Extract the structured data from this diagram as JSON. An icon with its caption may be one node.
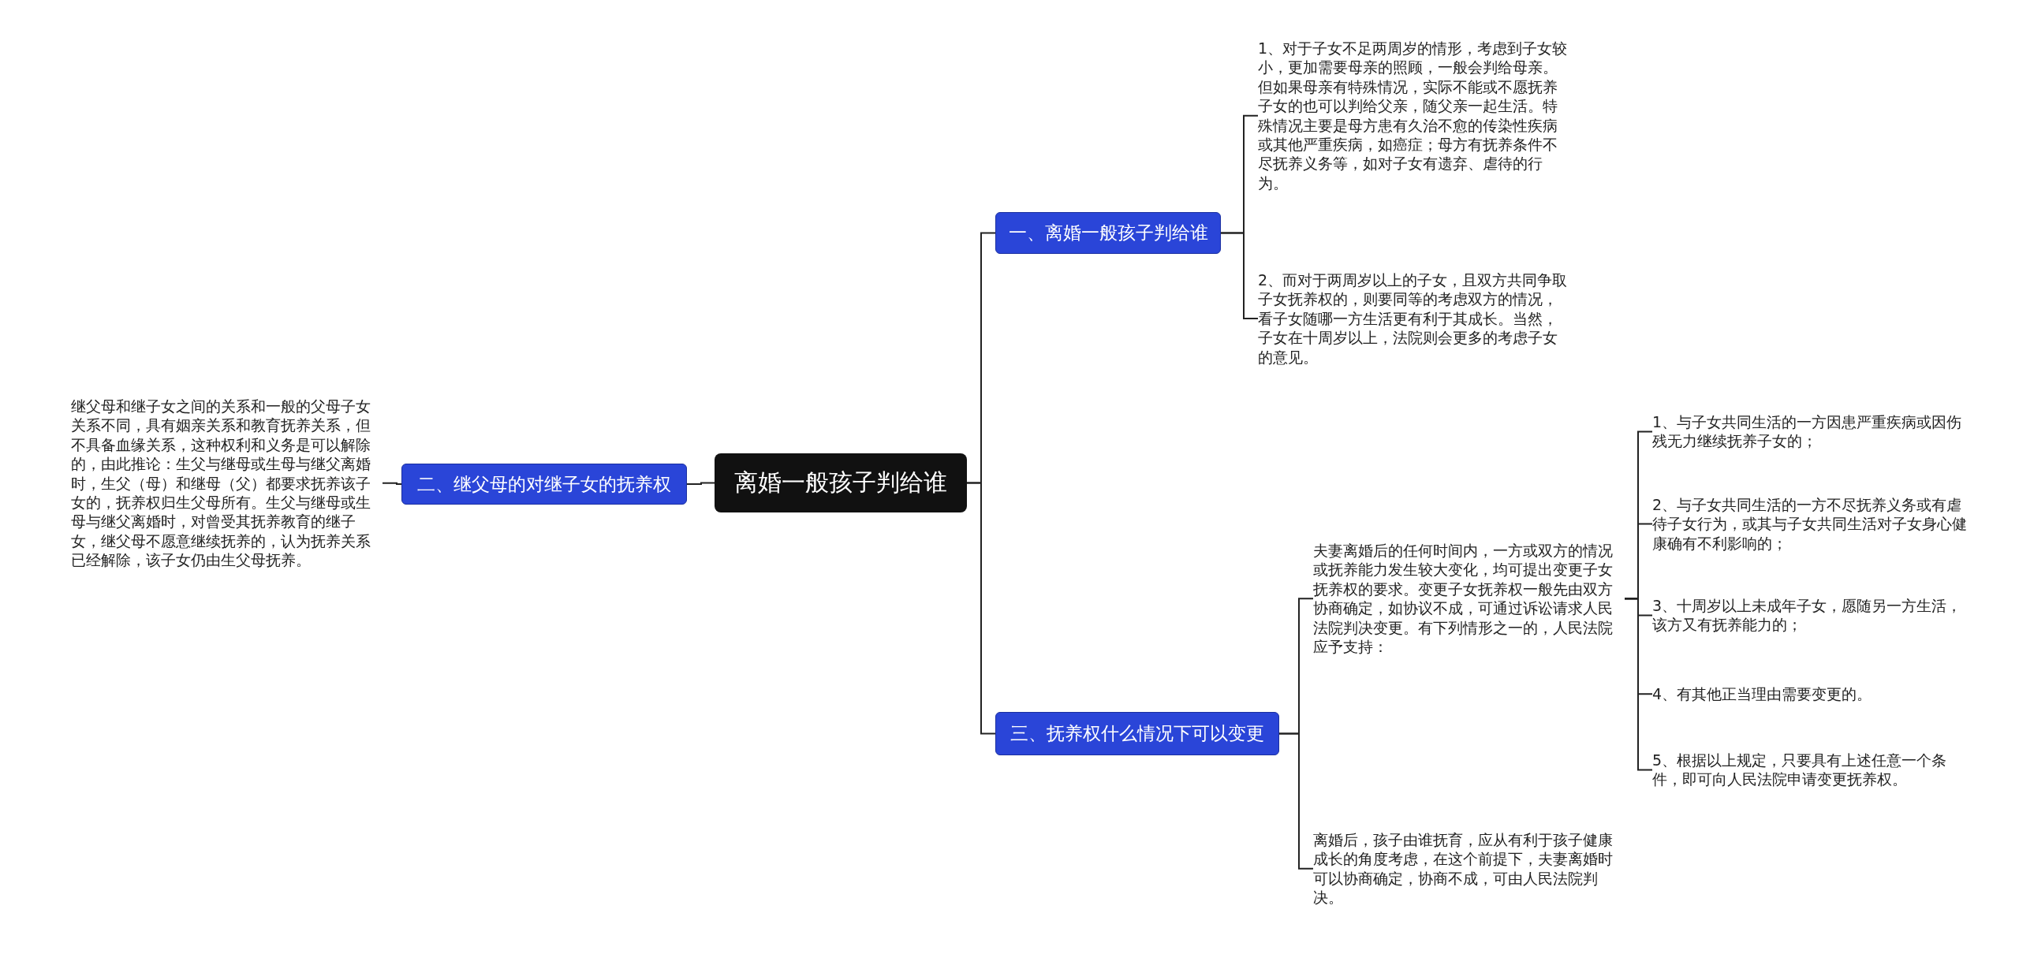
{
  "diagram": {
    "nodes": [
      {
        "text": [
          "离婚一般孩子判给谁"
        ]
      },
      {
        "text": [
          "一、离婚一般孩子判给谁"
        ]
      },
      {
        "text": [
          "1、对于子女不足两周岁的情形，考虑到子女较小，更加需要母亲的照顾，一般会判给母亲。但如果母亲有特殊情况，实际不能或不愿抚养子女的也可以判给父亲，随父亲一起生活。特殊情况主要是母方患有久治不愈的传染性疾病或其他严重疾病，如癌症；母方有抚养条件不尽抚养义务等，如对子女有遗弃、虐待的行为。"
        ]
      },
      {
        "text": [
          "2、而对于两周岁以上的子女，且双方共同争取子女抚养权的，则要同等的考虑双方的情况，看子女随哪一方生活更有利于其成长。当然，子女在十周岁以上，法院则会更多的考虑子女的意见。"
        ]
      },
      {
        "text": [
          "二、继父母的对继子女的抚养权"
        ]
      },
      {
        "text": [
          "继父母和继子女之间的关系和一般的父母子女关系不同，具有姻亲关系和教育抚养关系，但不具备血缘关系，这种权利和义务是可以解除的，由此推论：生父与继母或生母与继父离婚时，生父（母）和继母（父）都要求抚养该子女的，抚养权归生父母所有。生父与继母或生母与继父离婚时，对曾受其抚养教育的继子女，继父母不愿意继续抚养的，认为抚养关系已经解除，该子女仍由生父母抚养。"
        ]
      },
      {
        "text": [
          "三、抚养权什么情况下可以变更"
        ]
      },
      {
        "text": [
          "夫妻离婚后的任何时间内，一方或双方的情况或抚养能力发生较大变化，均可提出变更子女抚养权的要求。变更子女抚养权一般先由双方协商确定，如协议不成，可通过诉讼请求人民法院判决变更。有下列情形之一的，人民法院应予支持："
        ]
      },
      {
        "text": [
          "1、与子女共同生活的一方因患严重疾病或因伤残无力继续抚养子女的；"
        ]
      },
      {
        "text": [
          "2、与子女共同生活的一方不尽抚养义务或有虐待子女行为，或其与子女共同生活对子女身心健康确有不利影响的；"
        ]
      },
      {
        "text": [
          "3、十周岁以上未成年子女，愿随另一方生活，该方又有抚养能力的；"
        ]
      },
      {
        "text": [
          "4、有其他正当理由需要变更的。"
        ]
      },
      {
        "text": [
          "5、根据以上规定，只要具有上述任意一个条件，即可向人民法院申请变更抚养权。"
        ]
      },
      {
        "text": [
          "离婚后，孩子由谁抚育，应从有利于孩子健康成长的角度考虑，在这个前提下，夫妻离婚时可以协商确定，协商不成，可由人民法院判决。"
        ]
      }
    ],
    "edges": [
      {
        "from": 0,
        "to": 1,
        "arrow": "none"
      },
      {
        "from": 1,
        "to": 2,
        "arrow": "none"
      },
      {
        "from": 1,
        "to": 3,
        "arrow": "none"
      },
      {
        "from": 0,
        "to": 4,
        "arrow": "none"
      },
      {
        "from": 4,
        "to": 5,
        "arrow": "none"
      },
      {
        "from": 0,
        "to": 6,
        "arrow": "none"
      },
      {
        "from": 6,
        "to": 7,
        "arrow": "none"
      },
      {
        "from": 7,
        "to": 8,
        "arrow": "none"
      },
      {
        "from": 7,
        "to": 9,
        "arrow": "none"
      },
      {
        "from": 7,
        "to": 10,
        "arrow": "none"
      },
      {
        "from": 7,
        "to": 11,
        "arrow": "none"
      },
      {
        "from": 7,
        "to": 12,
        "arrow": "none"
      },
      {
        "from": 6,
        "to": 13,
        "arrow": "none"
      }
    ]
  }
}
